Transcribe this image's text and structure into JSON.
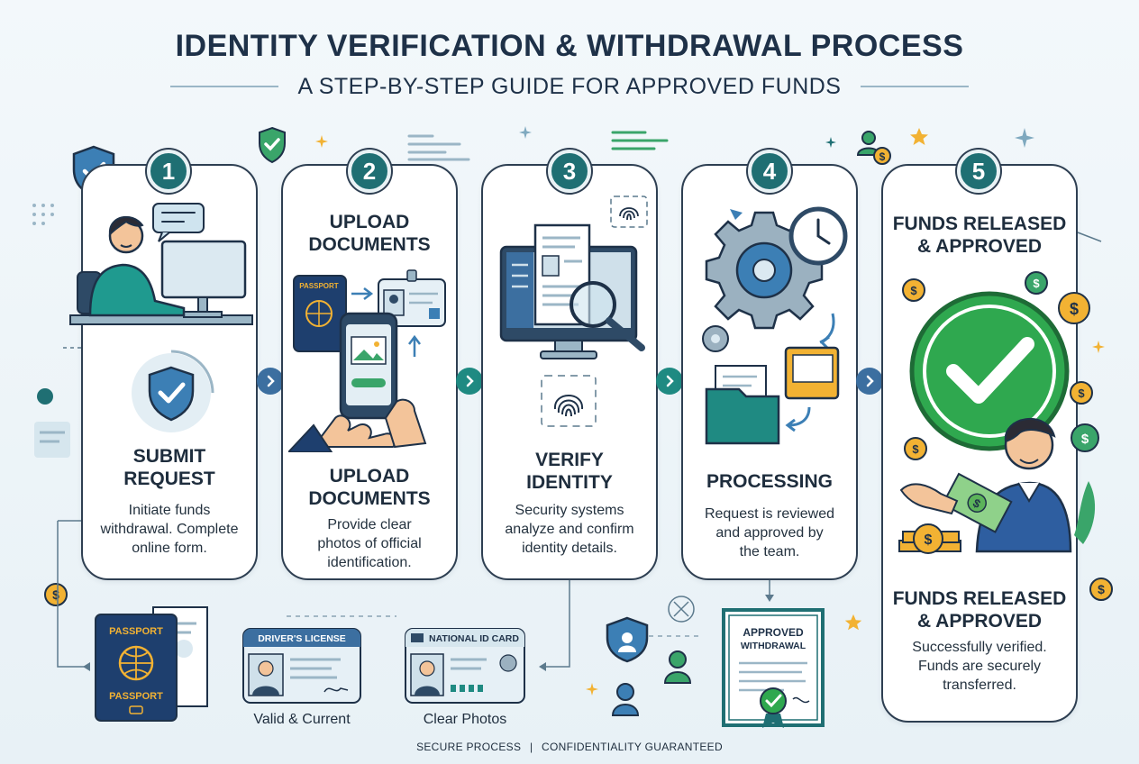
{
  "title": "IDENTITY VERIFICATION & WITHDRAWAL PROCESS",
  "subtitle": "A STEP-BY-STEP GUIDE FOR APPROVED FUNDS",
  "steps": [
    {
      "number": "1",
      "heading_top": "",
      "heading": "SUBMIT REQUEST",
      "heading_line1": "SUBMIT",
      "heading_line2": "REQUEST",
      "desc_line1": "Initiate funds",
      "desc_line2": "withdrawal. Complete",
      "desc_line3": "online form."
    },
    {
      "number": "2",
      "heading_top_line1": "UPLOAD",
      "heading_top_line2": "DOCUMENTS",
      "heading_line1": "UPLOAD",
      "heading_line2": "DOCUMENTS",
      "desc_line1": "Provide clear",
      "desc_line2": "photos of official",
      "desc_line3": "identification."
    },
    {
      "number": "3",
      "heading_line1": "VERIFY",
      "heading_line2": "IDENTITY",
      "desc_line1": "Security systems",
      "desc_line2": "analyze and confirm",
      "desc_line3": "identity details."
    },
    {
      "number": "4",
      "heading_line1": "PROCESSING",
      "desc_line1": "Request is reviewed",
      "desc_line2": "and approved by",
      "desc_line3": "the team."
    },
    {
      "number": "5",
      "heading_top_line1": "FUNDS RELEASED",
      "heading_top_line2": "& APPROVED",
      "heading_line1": "FUNDS RELEASED",
      "heading_line2": "& APPROVED",
      "desc_line1": "Successfully verified.",
      "desc_line2": "Funds are securely",
      "desc_line3": "transferred."
    }
  ],
  "documents": {
    "passport_top": "PASSPORT",
    "passport_bottom": "PASSPORT",
    "passport_small": "PASSPORT",
    "drivers_license": "DRIVER'S LICENSE",
    "national_id": "NATIONAL ID CARD",
    "approved_line1": "APPROVED",
    "approved_line2": "WITHDRAWAL",
    "label_valid": "Valid & Current",
    "label_clear": "Clear Photos"
  },
  "footer": {
    "left": "SECURE PROCESS",
    "separator": "|",
    "right": "CONFIDENTIALITY GUARANTEED"
  },
  "currency_symbol": "$",
  "colors": {
    "navy": "#1e3148",
    "teal": "#1f6f73",
    "green": "#2fa84f",
    "blue": "#3c7fb5",
    "gold": "#f2b233"
  }
}
